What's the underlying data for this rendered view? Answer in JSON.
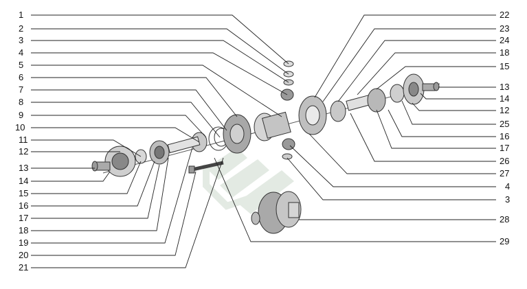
{
  "diagram": {
    "left_callouts": [
      "1",
      "2",
      "3",
      "4",
      "5",
      "6",
      "7",
      "8",
      "9",
      "10",
      "11",
      "12",
      "13",
      "14",
      "15",
      "16",
      "17",
      "18",
      "19",
      "20",
      "21"
    ],
    "right_callouts": [
      "22",
      "23",
      "24",
      "18",
      "15",
      "13",
      "14",
      "12",
      "25",
      "16",
      "17",
      "26",
      "27",
      "4",
      "3",
      "28",
      "29"
    ],
    "watermark_icon": "logo-watermark",
    "part_icons": [
      "washer-icon",
      "gear-icon",
      "bearing-icon",
      "shaft-icon",
      "differential-housing-icon",
      "crown-gear-icon",
      "bolt-icon",
      "flange-icon"
    ]
  }
}
